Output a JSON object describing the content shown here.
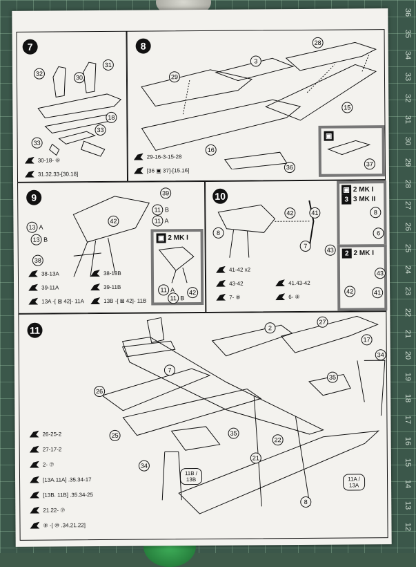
{
  "ruler_numbers": [
    "36",
    "35",
    "34",
    "33",
    "32",
    "31",
    "30",
    "29",
    "28",
    "27",
    "26",
    "25",
    "24",
    "23",
    "22",
    "21",
    "20",
    "19",
    "18",
    "17",
    "16",
    "15",
    "14",
    "13",
    "12"
  ],
  "steps": {
    "s7": {
      "num": "7",
      "parts": [
        "32",
        "30",
        "31",
        "18",
        "33",
        "33"
      ],
      "instructions": [
        "30-18- ⑥",
        "31.32.33-[30.18]"
      ]
    },
    "s8": {
      "num": "8",
      "parts": [
        "28",
        "3",
        "29",
        "15",
        "16",
        "36",
        "37"
      ],
      "instructions": [
        "29-16-3-15-28",
        "[36 ▣ 37]-[15.16]"
      ]
    },
    "s9": {
      "num": "9",
      "parts": [
        "39",
        "11",
        "11",
        "13",
        "13",
        "42",
        "38"
      ],
      "part_suffix": [
        "B",
        "A",
        "A",
        "B"
      ],
      "instructions_left": [
        "38-13A",
        "39-11A",
        "13A -[ ⊠ 42]- 11A"
      ],
      "instructions_right": [
        "38-13B",
        "39-11B",
        "13B -[ ⊠ 42]- 11B"
      ],
      "inset_label": "2 MK I",
      "inset_parts": [
        "11",
        "11",
        "42"
      ],
      "inset_suffix": [
        "A",
        "B"
      ]
    },
    "s10": {
      "num": "10",
      "parts": [
        "42",
        "41",
        "7",
        "43",
        "8"
      ],
      "instructions_left": [
        "41-42 x2",
        "43-42",
        "7- ⑧"
      ],
      "instructions_right": [
        "41.43-42",
        "6- ⑧"
      ],
      "inset_a_label1": "2 MK I",
      "inset_a_label2": "3 MK II",
      "inset_a_parts": [
        "8",
        "6"
      ],
      "inset_b_label": "2 MK I",
      "inset_b_parts": [
        "43",
        "42",
        "41"
      ]
    },
    "s11": {
      "num": "11",
      "parts": [
        "27",
        "2",
        "17",
        "34",
        "26",
        "7",
        "35",
        "25",
        "35",
        "22",
        "21",
        "34",
        "8"
      ],
      "boxed": [
        "11B / 13B",
        "11A / 13A"
      ],
      "instructions": [
        "26-25-2",
        "27-17-2",
        "2- ⑦",
        "[13A.11A] .35.34-17",
        "[13B. 11B] .35.34-25",
        "21.22- ⑦",
        "⑧ -[ ⑩ .34.21.22]"
      ]
    }
  }
}
